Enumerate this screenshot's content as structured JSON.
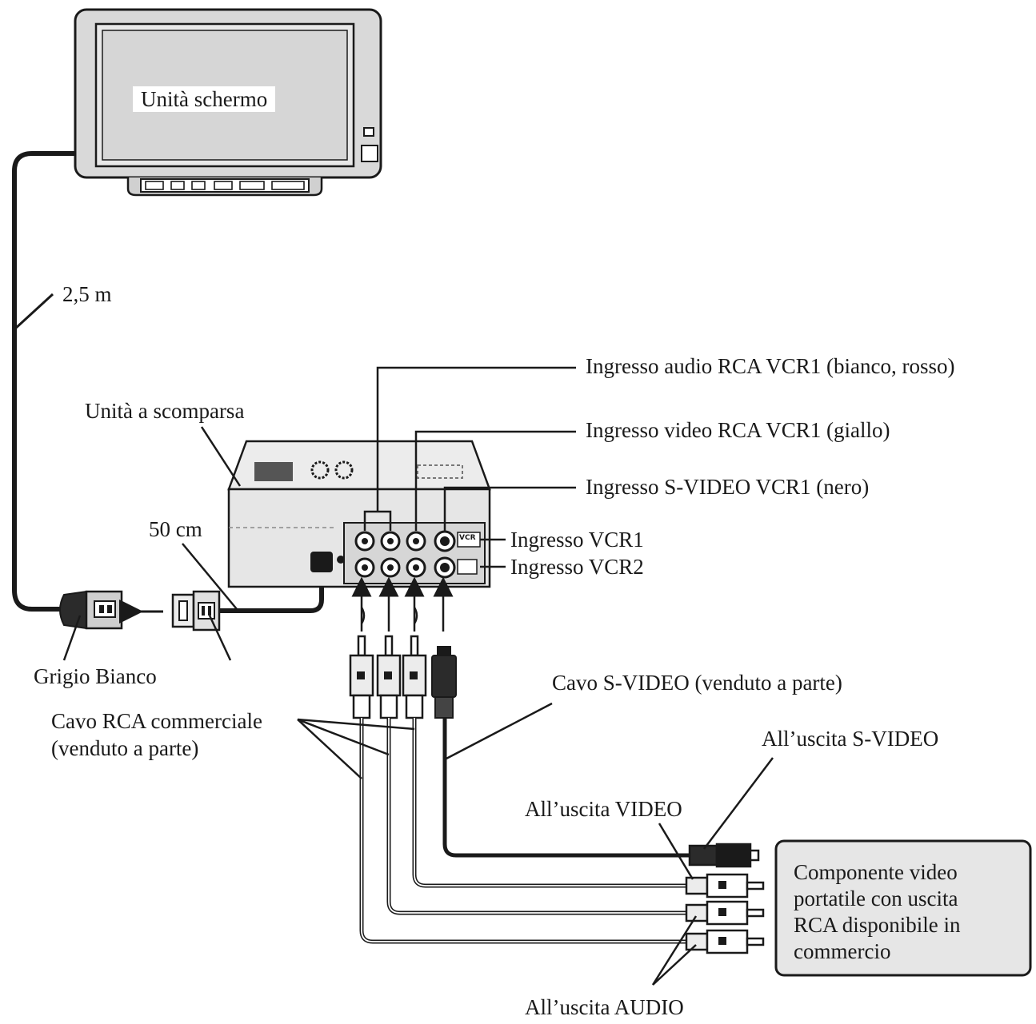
{
  "labels": {
    "screen_unit": "Unità schermo",
    "cable_length_main": "2,5 m",
    "hideaway_unit": "Unità a scomparsa",
    "cable_length_short": "50 cm",
    "audio_input_vcr1": "Ingresso audio RCA VCR1 (bianco, rosso)",
    "video_input_vcr1": "Ingresso video RCA VCR1 (giallo)",
    "svideo_input_vcr1": "Ingresso S-VIDEO VCR1 (nero)",
    "input_vcr1": "Ingresso VCR1",
    "input_vcr2": "Ingresso VCR2",
    "connector_colors": "Grigio Bianco",
    "rca_cable_line1": "Cavo RCA commerciale",
    "rca_cable_line2": "(venduto a parte)",
    "svideo_cable": "Cavo S-VIDEO (venduto a parte)",
    "to_svideo_out": "All’uscita S-VIDEO",
    "to_video_out": "All’uscita VIDEO",
    "to_audio_out": "All’uscita AUDIO",
    "component_line1": "Componente video",
    "component_line2": "portatile con uscita",
    "component_line3": "RCA disponibile in",
    "component_line4": "commercio",
    "vcr_tag": "VCR"
  },
  "colors": {
    "line": "#1a1a1a",
    "device_fill": "#d9d9d9",
    "device_light": "#ececec",
    "background": "#ffffff"
  }
}
